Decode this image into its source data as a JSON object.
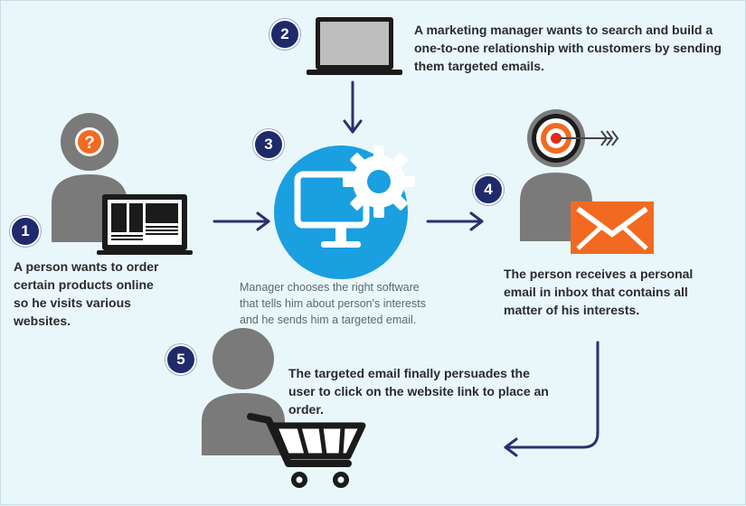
{
  "steps": [
    {
      "number": "1",
      "text_lines": [
        "A person wants to order",
        "certain products online",
        "so he visits various",
        "websites."
      ]
    },
    {
      "number": "2",
      "text_lines": [
        "A   marketing manager wants  to search and build a",
        "one-to-one relationship with customers by sending",
        "them targeted emails."
      ]
    },
    {
      "number": "3",
      "text_lines": [
        "Manager chooses the right software",
        "that tells him about person's interests",
        "and he sends him a targeted email."
      ]
    },
    {
      "number": "4",
      "text_lines": [
        "The person receives a personal",
        "email in inbox that contains all",
        "matter of his interests."
      ]
    },
    {
      "number": "5",
      "text_lines": [
        "The targeted email finally persuades the",
        "user to click on the website link to place an",
        "order."
      ]
    }
  ],
  "icons": {
    "step1": [
      "person-icon",
      "question-mark-icon",
      "laptop-icon"
    ],
    "step2": [
      "laptop-icon"
    ],
    "step3": [
      "monitor-icon",
      "gear-icon"
    ],
    "step4": [
      "person-icon",
      "target-icon",
      "arrow-icon",
      "envelope-icon"
    ],
    "step5": [
      "person-icon",
      "shopping-cart-icon"
    ]
  },
  "colors": {
    "background": "#e9f7fb",
    "badge": "#1f2a6b",
    "arrow": "#2c2f6e",
    "person": "#7a7a7a",
    "accent_orange": "#f26a21",
    "software_blue": "#1a9fe0",
    "text_dark": "#2b2b2b",
    "text_light": "#5d6770"
  }
}
